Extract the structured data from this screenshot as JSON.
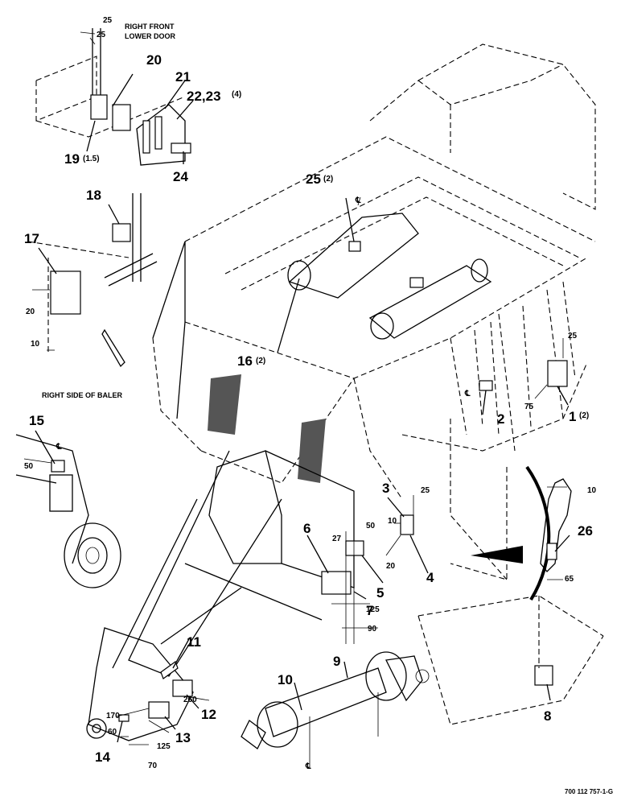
{
  "captions": {
    "right_front_lower_door": "RIGHT FRONT\nLOWER DOOR",
    "right_side_of_baler": "RIGHT SIDE OF BALER"
  },
  "drawing_number": "700 112 757-1-G",
  "callouts": [
    {
      "id": "20",
      "text": "20"
    },
    {
      "id": "21",
      "text": "21"
    },
    {
      "id": "22-23",
      "text": "22,23",
      "qty": "(4)"
    },
    {
      "id": "19",
      "text": "19",
      "qty": "(1.5)"
    },
    {
      "id": "24",
      "text": "24"
    },
    {
      "id": "18",
      "text": "18"
    },
    {
      "id": "17",
      "text": "17"
    },
    {
      "id": "25",
      "text": "25",
      "qty": "(2)"
    },
    {
      "id": "16",
      "text": "16",
      "qty": "(2)"
    },
    {
      "id": "15",
      "text": "15"
    },
    {
      "id": "2",
      "text": "2"
    },
    {
      "id": "1",
      "text": "1",
      "qty": "(2)"
    },
    {
      "id": "3",
      "text": "3"
    },
    {
      "id": "6",
      "text": "6"
    },
    {
      "id": "4",
      "text": "4"
    },
    {
      "id": "5",
      "text": "5"
    },
    {
      "id": "7",
      "text": "7"
    },
    {
      "id": "26",
      "text": "26"
    },
    {
      "id": "9",
      "text": "9"
    },
    {
      "id": "10",
      "text": "10"
    },
    {
      "id": "11",
      "text": "11"
    },
    {
      "id": "12",
      "text": "12"
    },
    {
      "id": "13",
      "text": "13"
    },
    {
      "id": "14",
      "text": "14"
    },
    {
      "id": "8",
      "text": "8"
    }
  ],
  "dimensions": {
    "d25a": "25",
    "d25b": "25",
    "d20": "20",
    "d10a": "10",
    "d50a": "50",
    "d25c": "25",
    "d75": "75",
    "d25d": "25",
    "d10b": "10",
    "d20b": "20",
    "d27": "27",
    "d50b": "50",
    "d125a": "125",
    "d90": "90",
    "d10c": "10",
    "d65": "65",
    "d170": "170",
    "d60": "60",
    "d125b": "125",
    "d70": "70",
    "d260": "260"
  },
  "symbols": {
    "centerline": "℄"
  }
}
